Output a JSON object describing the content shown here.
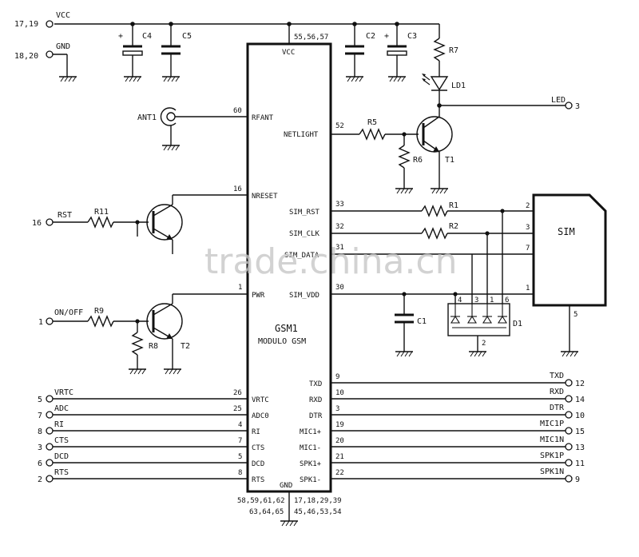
{
  "power": {
    "vcc_pins": "17,19",
    "vcc": "VCC",
    "gnd_pins": "18,20",
    "gnd": "GND"
  },
  "components": {
    "c4": "C4",
    "c5": "C5",
    "c2": "C2",
    "c3": "C3",
    "c1": "C1",
    "r7": "R7",
    "ld1": "LD1",
    "r5": "R5",
    "r6": "R6",
    "t1": "T1",
    "r11": "R11",
    "r9": "R9",
    "r8": "R8",
    "t2": "T2",
    "r1": "R1",
    "r2": "R2",
    "d1": "D1",
    "ant1": "ANT1",
    "plus": "+"
  },
  "gsm": {
    "title": "GSM1",
    "subtitle": "MODULO GSM",
    "vcc_pins": "55,56,57",
    "vcc": "VCC",
    "gnd": "GND",
    "gnd_pins_left_1": "58,59,61,62",
    "gnd_pins_left_2": "63,64,65",
    "gnd_pins_right_1": "17,18,29,39",
    "gnd_pins_right_2": "45,46,53,54",
    "left_pins": [
      {
        "num": "60",
        "name": "RFANT"
      },
      {
        "num": "16",
        "name": "NRESET"
      },
      {
        "num": "1",
        "name": "PWR"
      },
      {
        "num": "26",
        "name": "VRTC"
      },
      {
        "num": "25",
        "name": "ADC0"
      },
      {
        "num": "4",
        "name": "RI"
      },
      {
        "num": "7",
        "name": "CTS"
      },
      {
        "num": "5",
        "name": "DCD"
      },
      {
        "num": "8",
        "name": "RTS"
      }
    ],
    "right_pins": [
      {
        "num": "52",
        "name": "NETLIGHT"
      },
      {
        "num": "33",
        "name": "SIM_RST"
      },
      {
        "num": "32",
        "name": "SIM_CLK"
      },
      {
        "num": "31",
        "name": "SIM_DATA"
      },
      {
        "num": "30",
        "name": "SIM_VDD"
      },
      {
        "num": "9",
        "name": "TXD"
      },
      {
        "num": "10",
        "name": "RXD"
      },
      {
        "num": "3",
        "name": "DTR"
      },
      {
        "num": "19",
        "name": "MIC1+"
      },
      {
        "num": "20",
        "name": "MIC1-"
      },
      {
        "num": "21",
        "name": "SPK1+"
      },
      {
        "num": "22",
        "name": "SPK1-"
      }
    ]
  },
  "left_connectors": [
    {
      "num": "16",
      "name": "RST"
    },
    {
      "num": "1",
      "name": "ON/OFF"
    },
    {
      "num": "5",
      "name": "VRTC"
    },
    {
      "num": "7",
      "name": "ADC"
    },
    {
      "num": "8",
      "name": "RI"
    },
    {
      "num": "3",
      "name": "CTS"
    },
    {
      "num": "6",
      "name": "DCD"
    },
    {
      "num": "2",
      "name": "RTS"
    }
  ],
  "right_connectors": [
    {
      "num": "3",
      "name": "LED"
    },
    {
      "num": "12",
      "name": "TXD"
    },
    {
      "num": "14",
      "name": "RXD"
    },
    {
      "num": "10",
      "name": "DTR"
    },
    {
      "num": "15",
      "name": "MIC1P"
    },
    {
      "num": "13",
      "name": "MIC1N"
    },
    {
      "num": "11",
      "name": "SPK1P"
    },
    {
      "num": "9",
      "name": "SPK1N"
    }
  ],
  "sim": {
    "label": "SIM",
    "pins": [
      "2",
      "3",
      "7",
      "1",
      "5"
    ]
  },
  "d1_pins": [
    "4",
    "3",
    "1",
    "6",
    "2"
  ],
  "watermark": "trade.china.cn"
}
